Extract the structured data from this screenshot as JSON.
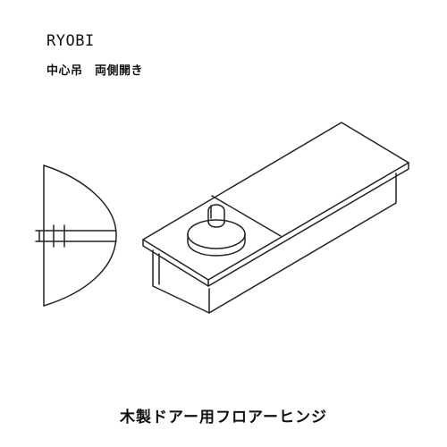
{
  "header": {
    "brand": "RYOBI",
    "subtitle": "中心吊　両側開き"
  },
  "caption": "木製ドアー用フロアーヒンジ",
  "figure": {
    "left_icon": "door-swing-diagram-icon",
    "right_icon": "floor-hinge-box-icon"
  },
  "colors": {
    "line": "#222222",
    "background": "#ffffff"
  }
}
